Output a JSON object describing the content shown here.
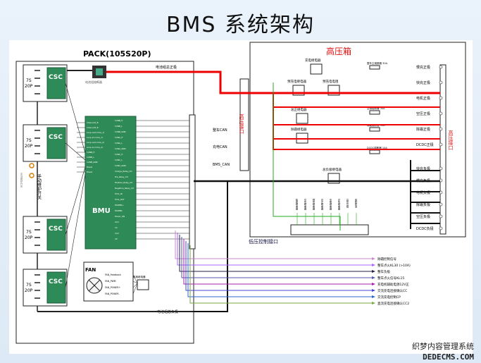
{
  "title": "BMS 系统架构",
  "pack": {
    "label": "PACK(105S20P)",
    "fuse_label": "电池组熔断器",
    "pos_bus": "电池组总正极",
    "neg_bus": "电池组总负极",
    "module_cells": "7S",
    "module_par": "20P",
    "csc_label": "CSC",
    "switch_label": "手动维护开关",
    "switch_note": "手动维护开关"
  },
  "bmu": {
    "label": "BMU",
    "left_pins": [
      "Channel1_B",
      "Channel2_B",
      "Loop-out(circle_1)",
      "Loop-in(circle_1)",
      "Loop-out(circle_2)",
      "Loop-in(circle_2)",
      "CANB_H",
      "CANB_L",
      "CANB_GND",
      "Power",
      "Power"
    ],
    "right_pins": [
      "CANB_H",
      "CANB_L",
      "CANB_GND",
      "CANA_H",
      "CANA_L",
      "CANA_GND",
      "CANC_H",
      "CANC_L",
      "CANC_GND",
      "Charge_Relay_Ctr",
      "Pre_Relay_Ctr",
      "Positive_Relay_Ctr",
      "Negative_Relay_Ctr",
      "HVIL_IN",
      "HVIL_OUT",
      "POWER+",
      "POWER-",
      "Power_ON",
      "ACC",
      "CC",
      "CC2",
      "CP"
    ]
  },
  "fan": {
    "label": "FAN",
    "pins": [
      "FAN_Feedback",
      "FAN_PWM",
      "FAN_POWER+",
      "FAN_POWER-"
    ],
    "relay": "风扇继电器"
  },
  "can_labels": [
    "整车CAN",
    "充电CAN",
    "BMS_CAN"
  ],
  "hv_box": {
    "title": "高压箱",
    "left_port": "高压接口",
    "right_port": "高压接口",
    "lv_port": "低压控制接口",
    "relays": [
      "充电继电器",
      "预充电继电器",
      "预充电电阻",
      "总正继电器",
      "除霜继电器",
      "总负极继电器"
    ],
    "fuses": [
      "整车主熔断器 30A",
      "空调熔断器 30A",
      "除霜熔断器 30A",
      "DCDC熔断器 10A"
    ],
    "right_terms_pos": [
      "慢充正极",
      "快充正极",
      "电机正极",
      "空压正极",
      "除霜正极",
      "DCDC正极"
    ],
    "right_terms_neg": [
      "快充负极",
      "慢充负极",
      "电机负极",
      "除霜负极",
      "空压负极",
      "DCDC负极"
    ],
    "lv_pins": [
      "除霜继电器",
      "空压继电器",
      "预充继电器",
      "总正继电器",
      "充电继电器",
      "总负继电器",
      "高压互锁",
      "保险检测"
    ]
  },
  "signals": [
    "除霜控制信号",
    "整车点火KL30 (>10A)",
    "整车负极",
    "整车点火信号KL15",
    "充电机辅助电源12V正",
    "交流充电连接确认CC",
    "交流充电控制CP",
    "直流充电连接确认CC2"
  ],
  "watermark": {
    "text1": "织梦内容管理系统",
    "text2": "DEDECMS.COM"
  }
}
